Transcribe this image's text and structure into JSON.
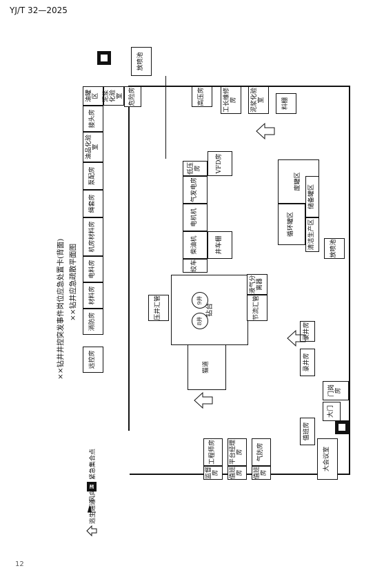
{
  "header": {
    "code": "YJ/T 32—2025"
  },
  "page_number": "12",
  "titles": {
    "main": "××钻井井控突发事件岗位应急处置卡(背面)",
    "sub": "××钻井应急疏散平面图"
  },
  "rooms": {
    "remote_control": "远控房",
    "fire_room": "消防房",
    "material_room": "材料房",
    "electrical_room": "电料房",
    "mechanical_material": "机房材料房",
    "rig_room": "绳套房",
    "pump_distribution": "泵配房",
    "oil_lab": "油品化验室",
    "connector_room": "接头房",
    "tank_area": "油罐区",
    "mud_lab": "泥浆化验室",
    "hazard_room": "危险房",
    "high_voltage": "高压房",
    "repair_room": "工长维修房",
    "mud_lab2": "泥浆化验室",
    "material_shed": "料棚",
    "low_voltage": "低压房",
    "vfd": "VFD房",
    "gas_gen": "气发电房",
    "generator": "电机机",
    "diesel": "柴油机",
    "winch": "绞车",
    "well_shed": "井车棚",
    "pressure_manifold": "压井汇管",
    "drilling_platform": "钻台",
    "well_9": "9井",
    "well_8": "8井",
    "choke_manifold": "节流汇管",
    "separator": "液气分离器",
    "circulating_tanks": "循环罐区",
    "storage_tanks": "储备罐区",
    "waste_area": "废罐区",
    "clean_production": "清洁生产区",
    "flare_pit": "放喷池",
    "flare_pit_top": "放喷池",
    "catwalk": "猫道",
    "logging_room1": "录井房",
    "logging_room2": "录井房",
    "door_guard": "门岗房",
    "gate": "大门",
    "duty_room": "值班房",
    "meeting_room": "大会议室",
    "engineer_room": "工程师房",
    "platform_manager": "平台经理房",
    "supervisor_room": "监督房",
    "duty_shift1": "值班房",
    "gas_room": "气防房",
    "duty_shift2": "值班房"
  },
  "legend": {
    "assembly": "紧急集合点",
    "windsock": "风向标",
    "escape": "逃生通道"
  },
  "icons": [
    "assembly-point-icon",
    "windsock-icon",
    "escape-arrow-icon"
  ]
}
